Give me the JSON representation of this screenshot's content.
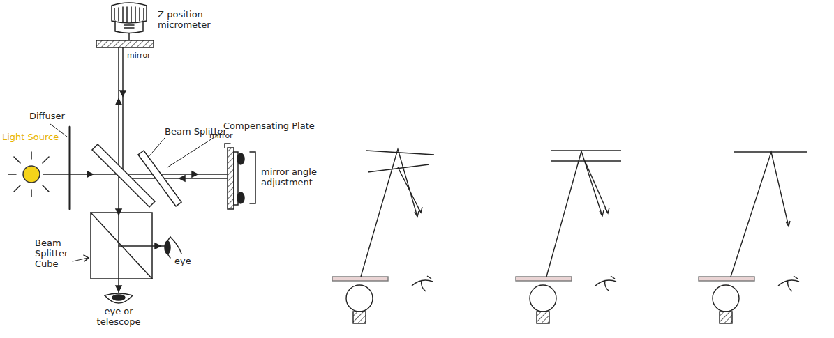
{
  "diagram": {
    "labels": [
      "Z-position micrometer",
      "mirror",
      "Diffuser",
      "Beam Splitter",
      "Compensating Plate",
      "Light Source",
      "mirror",
      "mirror angle adjustment",
      "Beam Splitter Cube",
      "eye",
      "eye or telescope"
    ]
  }
}
